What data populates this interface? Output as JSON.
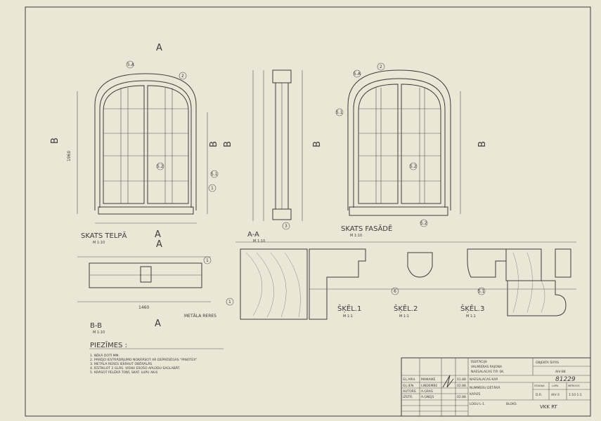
{
  "views": {
    "interior": {
      "title": "SKATS TELPĀ",
      "scale": "M 1:10"
    },
    "section_aa": {
      "title": "A-A",
      "scale": "M 1:10"
    },
    "facade": {
      "title": "SKATS FASĀDĒ",
      "scale": "M 1:10"
    },
    "section_bb": {
      "title": "B-B",
      "scale": "M 1:10"
    },
    "detail1": {
      "title": "ŠĶĒL.1",
      "scale": "M 1:1"
    },
    "detail2": {
      "title": "ŠĶĒL.2",
      "scale": "M 1:1"
    },
    "detail3": {
      "title": "ŠĶĒL.3",
      "scale": "M 1:1"
    }
  },
  "cut_marks": {
    "a": "A",
    "b": "B"
  },
  "callouts": [
    "1",
    "2",
    "3",
    "5.1",
    "5.2",
    "5.A",
    "6"
  ],
  "labels": {
    "metal_bars": "METĀLA RERES",
    "dim_1960": "1960",
    "dim_1460": "1460",
    "dim_81229": "81229"
  },
  "notes": {
    "title": "PIEZĪMES :",
    "items": [
      "1. NĒKĀ DOTĪ MM.",
      "2. PĀRĒJO IESTRĀDĀJUMO NOKRĀSOT AR DEPRĒSĒGAS \"PINOTEX\"",
      "3. METĀLA RERES IEKRAUT OBĒRĀLĀS",
      "4. ĪESTIKLOT 2 GLĀS. VIENU ESOŠO APLODU SAGLABĀT.",
      "5. KRĀSOT PELĒKĀ TOŅĪ, SKAT. LUPU AK-6"
    ]
  },
  "title_block": {
    "project": [
      "ĪSSITĀCIJA",
      "VALMIERAS RAJONA",
      "NAESALACAS TIP. SK."
    ],
    "code_label": "OBJEKTA ŠIFRS",
    "code": "AIV-88",
    "sheet_title": "NAESALACAS KAP.",
    "number": "81229",
    "drawing_title": [
      "NUMMERU DĒTĀRĀ",
      "KAPLĪS"
    ],
    "drawing_sub": "LOGU L-1.",
    "block": "BLOKS",
    "stage_label": "STADIJA",
    "sheet_label": "LAPA",
    "scale_label": "MĒROGS",
    "stage": "D.R.",
    "sheet": "AIV-3",
    "scale": "1:10 1:1",
    "org": "VKK RT",
    "roles": [
      "GL.ARH.",
      "GL.IEN.",
      "AUTORS",
      "IZSTR."
    ],
    "names": [
      "MANAIKE",
      "LINDEMBE",
      "A.GRAS",
      "A.GNEJS"
    ],
    "dates": [
      "01.88",
      "02.88",
      "",
      "02.88"
    ]
  }
}
